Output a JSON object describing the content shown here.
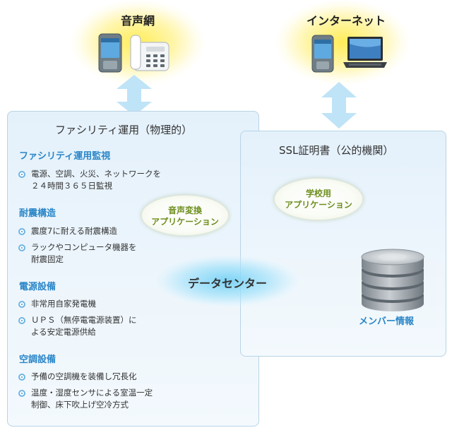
{
  "voice_network": {
    "title": "音声網"
  },
  "internet": {
    "title": "インターネット"
  },
  "facility": {
    "title": "ファシリティ運用（物理的）",
    "sections": [
      {
        "title": "ファシリティ運用監視",
        "items": [
          {
            "lines": [
              "電源、空調、火災、ネットワークを",
              "２４時間３６５日監視"
            ]
          }
        ]
      },
      {
        "title": "耐震構造",
        "items": [
          {
            "lines": [
              "震度7に耐える耐震構造"
            ]
          },
          {
            "lines": [
              "ラックやコンピュータ機器を",
              "耐震固定"
            ]
          }
        ]
      },
      {
        "title": "電源設備",
        "items": [
          {
            "lines": [
              "非常用自家発電機"
            ]
          },
          {
            "lines": [
              "ＵＰＳ（無停電電源装置）に",
              "よる安定電源供給"
            ]
          }
        ]
      },
      {
        "title": "空調設備",
        "items": [
          {
            "lines": [
              "予備の空調機を装備し冗長化"
            ]
          },
          {
            "lines": [
              "温度・湿度センサによる室温一定",
              "制御、床下吹上げ空冷方式"
            ]
          }
        ]
      }
    ]
  },
  "ssl": {
    "title": "SSL証明書（公的機関）"
  },
  "bubbles": {
    "voice_app": {
      "lines": [
        "音声変換",
        "アプリケーション"
      ]
    },
    "school_app": {
      "lines": [
        "学校用",
        "アプリケーション"
      ]
    }
  },
  "datacenter": {
    "label": "データセンター"
  },
  "member_info": {
    "label": "メンバー情報"
  }
}
